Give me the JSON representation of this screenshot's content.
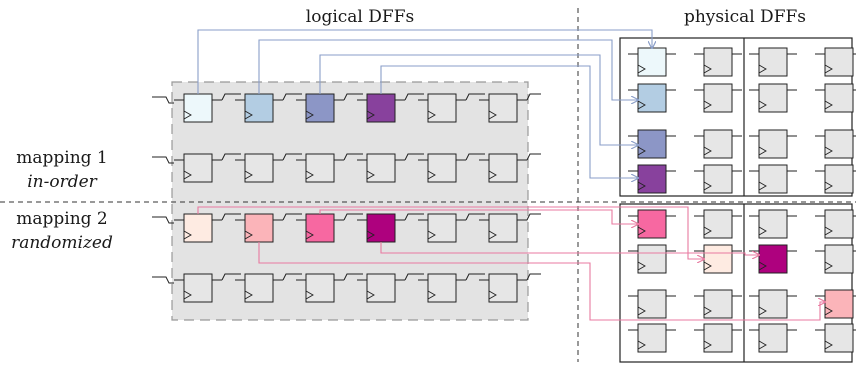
{
  "headings": {
    "logical": "logical DFFs",
    "physical": "physical DFFs"
  },
  "mapping1": {
    "title": "mapping 1",
    "subtitle": "in-order"
  },
  "mapping2": {
    "title": "mapping 2",
    "subtitle": "randomized"
  },
  "colors": {
    "default_cell": "#e6e6e6",
    "background_region": "#e3e3e3",
    "blue_1": "#edf8fb",
    "blue_2": "#b3cde3",
    "blue_3": "#8c96c6",
    "blue_4": "#88419d",
    "pink_1": "#feebe2",
    "pink_2": "#fbb4b9",
    "pink_3": "#f768a1",
    "pink_4": "#ae017e",
    "wire_blue": "#8a9ec8",
    "wire_pink": "#e87aa0"
  }
}
